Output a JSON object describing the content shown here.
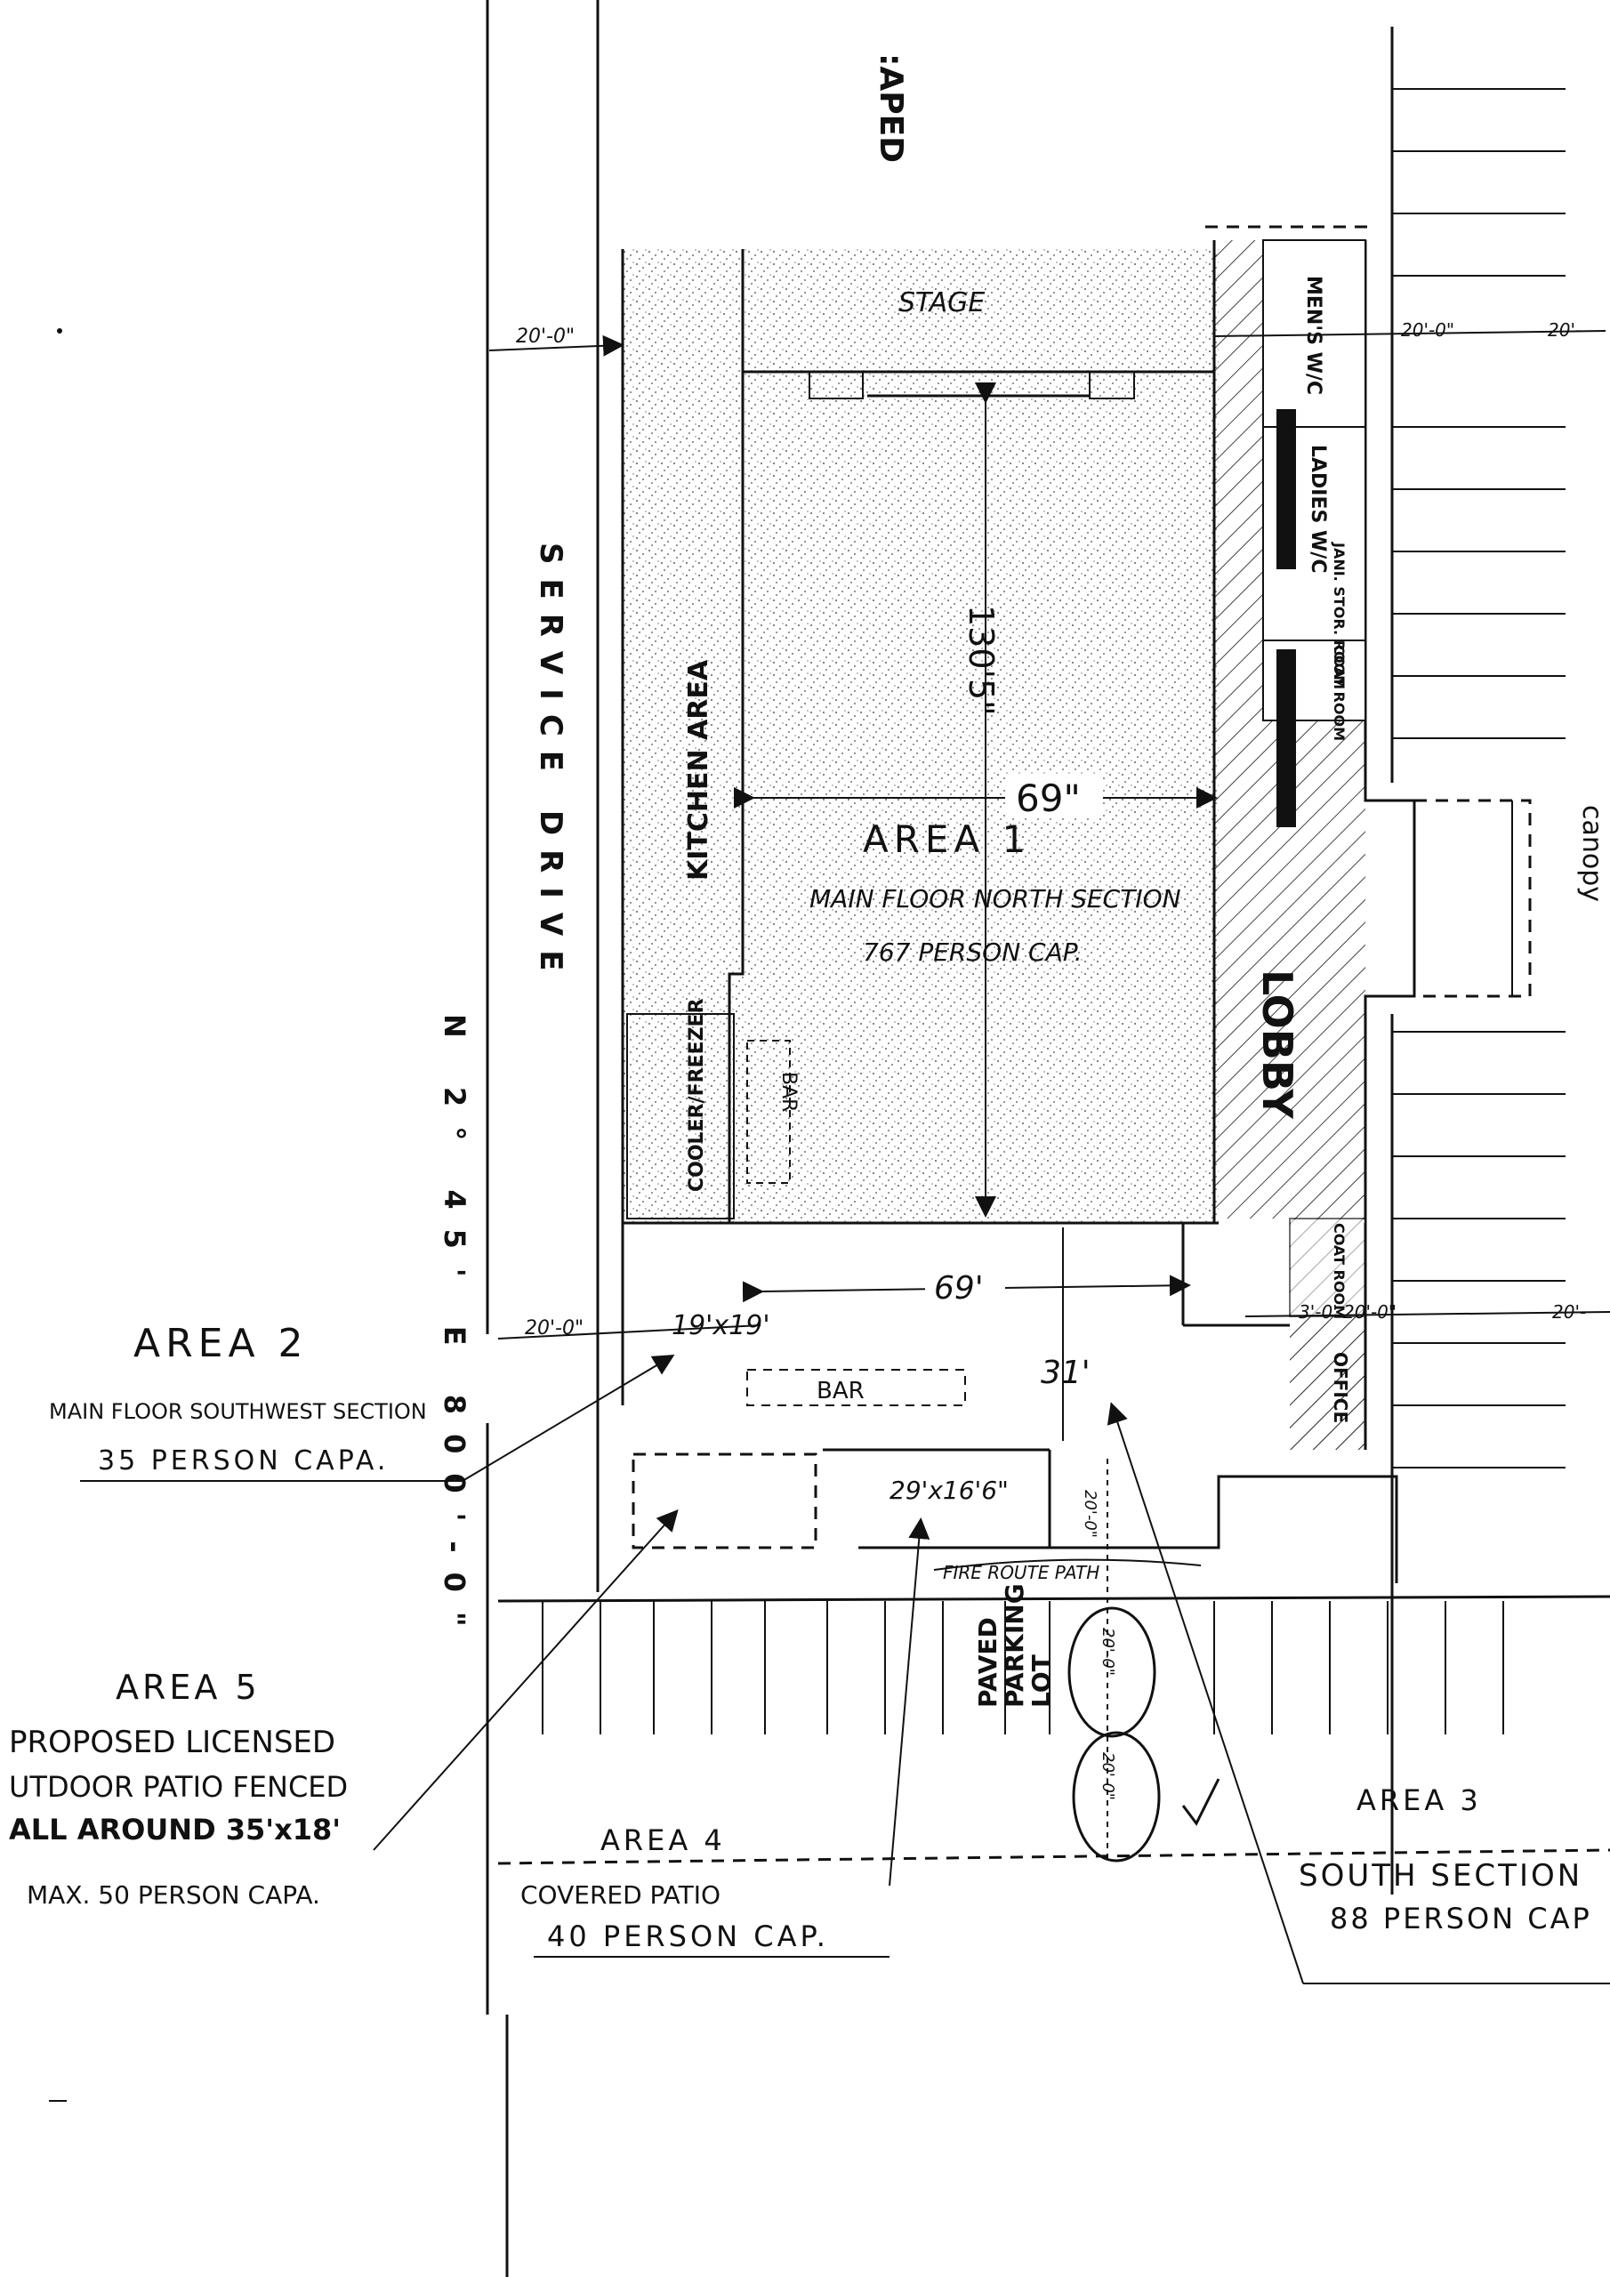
{
  "road": {
    "top_label": ":APED",
    "service_drive": "SERVICE DRIVE",
    "bearing": "N 2° 45' E 800'-0\"",
    "parking": [
      "PAVED",
      "PARKING",
      "LOT"
    ]
  },
  "building": {
    "stage": "STAGE",
    "kitchen": "KITCHEN AREA",
    "cooler": "COOLER/FREEZER",
    "bar_north": "BAR",
    "bar_south": "BAR",
    "lobby": "LOBBY",
    "mens": "MEN'S W/C",
    "ladies": "LADIES W/C",
    "janitor": "JANI. STOR. ROOM",
    "coat": "COAT ROOM",
    "coat_room_2": "COAT ROOM",
    "office": "OFFICE",
    "canopy": "canopy",
    "fire_lane": "FIRE ROUTE PATH"
  },
  "dimensions": {
    "setback_top": "20'-0\"",
    "setback_bottom": "20'-0\"",
    "right_top_1": "20'-0\"",
    "right_top_2": "20'-",
    "right_bottom_1": "3'-0' 20'-0\"",
    "right_bottom_2": "20'-",
    "length_north": "130'5\"",
    "width_north": "69\"",
    "width_south": "69'",
    "depth_south": "31'",
    "area2_size": "19'x19'",
    "area4_size": "29'x16'6\"",
    "parking_1": "20'-0\"",
    "parking_2": "20'-0\"",
    "parking_3": "20'-0\""
  },
  "areas": {
    "area1": {
      "title": "AREA 1",
      "desc": "MAIN FLOOR NORTH SECTION",
      "cap": "767 PERSON CAP."
    },
    "area2": {
      "title": "AREA 2",
      "desc": "MAIN FLOOR SOUTHWEST SECTION",
      "cap": "35 PERSON CAPA."
    },
    "area3": {
      "title": "AREA 3",
      "desc": "SOUTH SECTION",
      "cap": "88 PERSON CAP"
    },
    "area4": {
      "title": "AREA 4",
      "desc": "COVERED PATIO",
      "cap": "40 PERSON CAP."
    },
    "area5": {
      "title": "AREA 5",
      "line1": "PROPOSED LICENSED",
      "line2": "UTDOOR PATIO FENCED",
      "line3": "ALL AROUND 35'x18'",
      "cap": "MAX. 50 PERSON CAPA."
    }
  }
}
